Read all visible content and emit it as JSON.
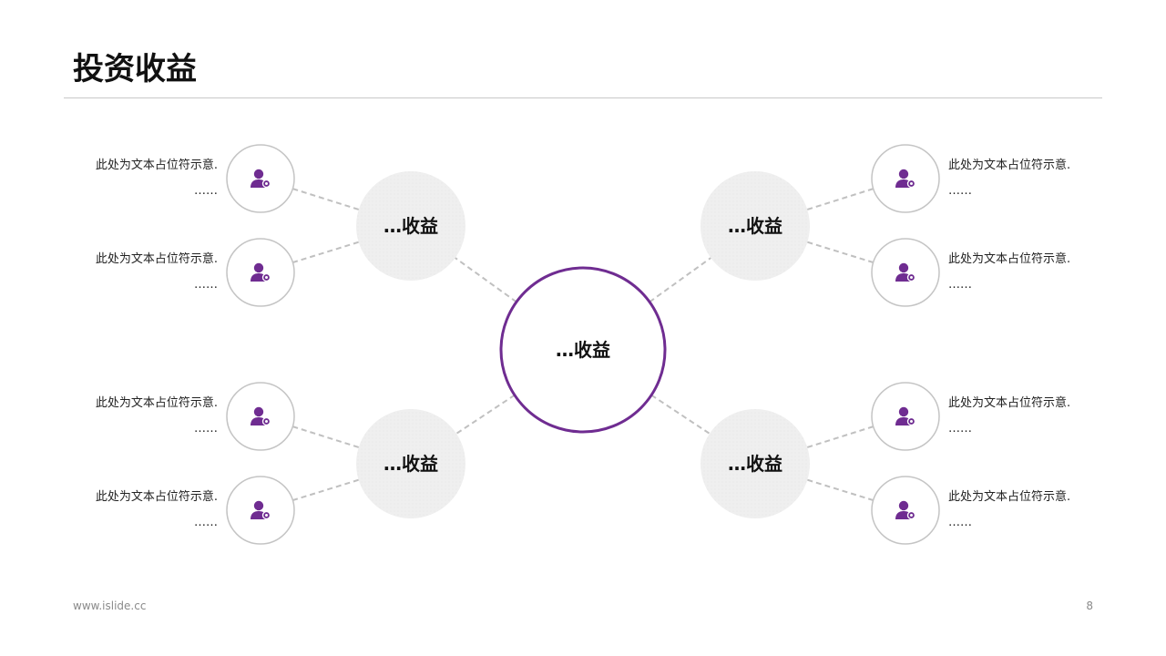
{
  "title": "投资收益",
  "center": {
    "label": "…收益"
  },
  "colors": {
    "accent": "#6f2c91",
    "connector": "#c0c0c0",
    "hub_fill": "#efefef",
    "leaf_stroke": "#c4c4c4"
  },
  "hubs": [
    {
      "label": "…收益",
      "leaves": [
        {
          "line1": "此处为文本占位符示意.",
          "line2": "……"
        },
        {
          "line1": "此处为文本占位符示意.",
          "line2": "……"
        }
      ]
    },
    {
      "label": "…收益",
      "leaves": [
        {
          "line1": "此处为文本占位符示意.",
          "line2": "……"
        },
        {
          "line1": "此处为文本占位符示意.",
          "line2": "……"
        }
      ]
    },
    {
      "label": "…收益",
      "leaves": [
        {
          "line1": "此处为文本占位符示意.",
          "line2": "……"
        },
        {
          "line1": "此处为文本占位符示意.",
          "line2": "……"
        }
      ]
    },
    {
      "label": "…收益",
      "leaves": [
        {
          "line1": "此处为文本占位符示意.",
          "line2": "……"
        },
        {
          "line1": "此处为文本占位符示意.",
          "line2": "……"
        }
      ]
    }
  ],
  "leaf_icon": "user-settings-icon",
  "footer": {
    "url": "www.islide.cc",
    "page": "8"
  }
}
